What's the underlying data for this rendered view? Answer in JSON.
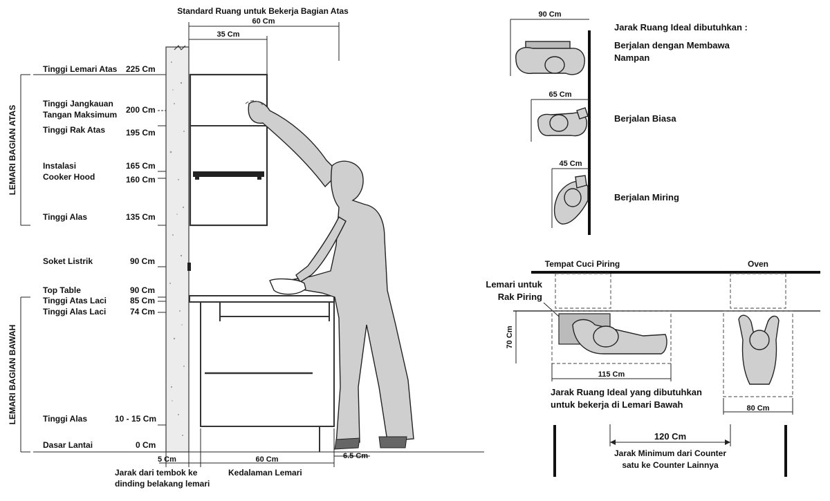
{
  "top": {
    "title": "Standard Ruang untuk Bekerja Bagian Atas",
    "dim_60": "60 Cm",
    "dim_35": "35 Cm"
  },
  "sections": {
    "upper": "LEMARI BAGIAN ATAS",
    "lower": "LEMARI BAGIAN BAWAH"
  },
  "heights": [
    {
      "label": "Tinggi Lemari Atas",
      "value": "225 Cm"
    },
    {
      "label": "Tinggi Jangkauan",
      "label2": "Tangan Maksimum",
      "value": "200 Cm"
    },
    {
      "label": "Tinggi Rak Atas",
      "value": "195 Cm"
    },
    {
      "label": "Instalasi",
      "label2": "Cooker Hood",
      "value": "165 Cm",
      "value2": "160 Cm"
    },
    {
      "label": "Tinggi Alas",
      "value": "135 Cm"
    },
    {
      "label": "Soket Listrik",
      "value": "90 Cm"
    },
    {
      "label": "Top Table",
      "value": "90 Cm"
    },
    {
      "label": "Tinggi Atas Laci",
      "value": "85 Cm"
    },
    {
      "label": "Tinggi Alas Laci",
      "value": "74 Cm"
    },
    {
      "label": "Tinggi Alas",
      "value": "10 - 15 Cm"
    },
    {
      "label": "Dasar Lantai",
      "value": "0 Cm"
    }
  ],
  "bottom": {
    "dim_5": "5 Cm",
    "dim_60": "60 Cm",
    "dim_65": "6.5 Cm",
    "wall_gap_1": "Jarak dari tembok ke",
    "wall_gap_2": "dinding belakang lemari",
    "depth": "Kedalaman Lemari"
  },
  "walking": {
    "title": "Jarak Ruang Ideal dibutuhkan :",
    "tray_1": "Berjalan dengan Membawa",
    "tray_2": "Nampan",
    "tray_dim": "90 Cm",
    "normal": "Berjalan Biasa",
    "normal_dim": "65 Cm",
    "sideways": "Berjalan Miring",
    "sideways_dim": "45 Cm"
  },
  "plan": {
    "sink": "Tempat Cuci Piring",
    "oven": "Oven",
    "rack_1": "Lemari untuk",
    "rack_2": "Rak Piring",
    "dim_70": "70 Cm",
    "dim_115": "115 Cm",
    "dim_80": "80 Cm",
    "work_1": "Jarak Ruang Ideal yang dibutuhkan",
    "work_2": "untuk bekerja di Lemari Bawah",
    "dim_120": "120 Cm",
    "min_1": "Jarak Minimum dari Counter",
    "min_2": "satu ke Counter Lainnya"
  }
}
